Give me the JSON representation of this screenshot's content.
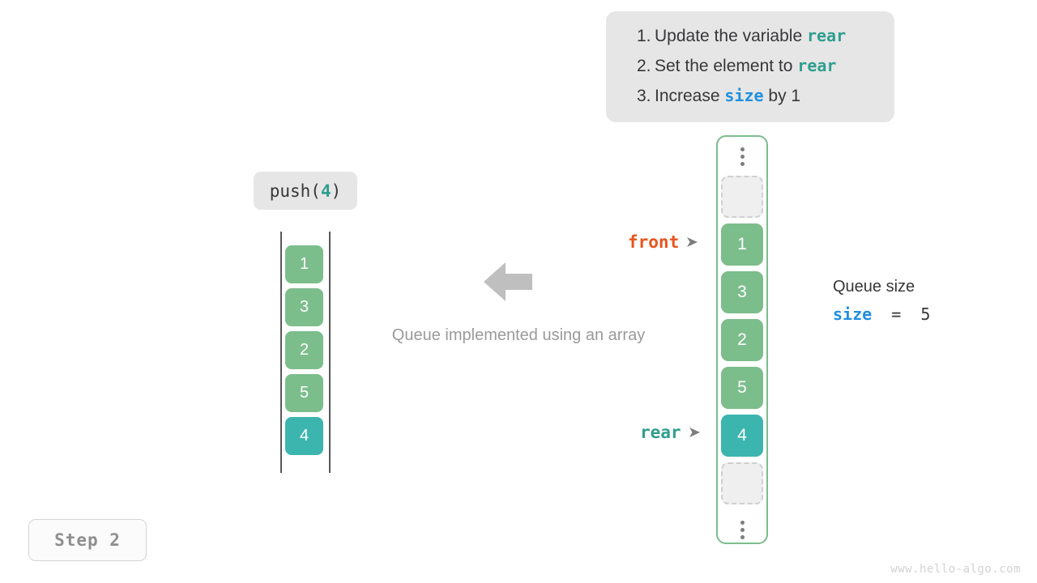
{
  "instructions": {
    "items": [
      {
        "num": "1.",
        "pre": "Update the variable ",
        "code": "rear",
        "code_color": "teal",
        "post": ""
      },
      {
        "num": "2.",
        "pre": "Set the element to ",
        "code": "rear",
        "code_color": "teal",
        "post": ""
      },
      {
        "num": "3.",
        "pre": "Increase ",
        "code": "size",
        "code_color": "blue",
        "post": " by 1"
      }
    ]
  },
  "operation": {
    "chip_prefix": "push(",
    "chip_arg": "4",
    "chip_suffix": ")"
  },
  "left_array": {
    "cells": [
      {
        "value": "1",
        "color": "green"
      },
      {
        "value": "3",
        "color": "green"
      },
      {
        "value": "2",
        "color": "green"
      },
      {
        "value": "5",
        "color": "green"
      },
      {
        "value": "4",
        "color": "teal"
      }
    ]
  },
  "queue": {
    "top_ellipsis": "⋮",
    "bottom_ellipsis": "⋮",
    "cells": [
      {
        "value": "",
        "color": "empty"
      },
      {
        "value": "1",
        "color": "green"
      },
      {
        "value": "3",
        "color": "green"
      },
      {
        "value": "2",
        "color": "green"
      },
      {
        "value": "5",
        "color": "green"
      },
      {
        "value": "4",
        "color": "teal"
      },
      {
        "value": "",
        "color": "empty"
      }
    ]
  },
  "pointers": {
    "front": {
      "label": "front",
      "arrow": "➤",
      "color": "#e8541e"
    },
    "rear": {
      "label": "rear",
      "arrow": "➤",
      "color": "#2f9e8f"
    }
  },
  "caption": "Queue implemented using an array",
  "queue_size": {
    "title": "Queue size",
    "var": "size",
    "expression": "  =  5"
  },
  "step_badge": "Step 2",
  "watermark": "www.hello-algo.com",
  "colors": {
    "green": "#7cbd8c",
    "teal": "#3cb5ae",
    "orange": "#e8541e",
    "blue": "#1f8fe0",
    "panel_bg": "#e6e6e6",
    "gray_text": "#9a9a9c"
  }
}
